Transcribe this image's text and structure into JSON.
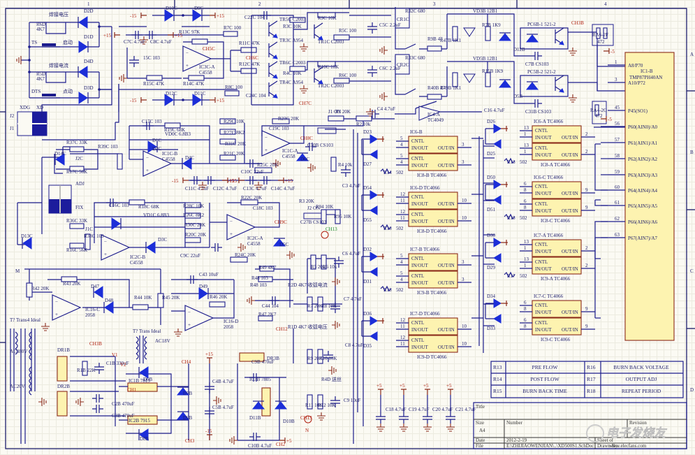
{
  "sheet": {
    "zones_top": [
      "1",
      "2",
      "3",
      "4"
    ],
    "zones_side": [
      "A",
      "B",
      "C",
      "D"
    ]
  },
  "mcu": {
    "ref": "IC1-B",
    "part": "TMP87PH40AN",
    "pins": [
      {
        "num": "1",
        "name": "A8/P70"
      },
      {
        "num": "3",
        "name": "A10/P72"
      },
      {
        "num": "45",
        "name": "P45(SO1)"
      },
      {
        "num": "56",
        "name": "P60(AIN0)/A0"
      },
      {
        "num": "57",
        "name": "P61(AIN1)/A1"
      },
      {
        "num": "58",
        "name": "P62(AIN2)/A2"
      },
      {
        "num": "59",
        "name": "P63(AIN3)/A3"
      },
      {
        "num": "60",
        "name": "P64(AIN4)/A4"
      },
      {
        "num": "61",
        "name": "P65(AIN5)/A5"
      },
      {
        "num": "62",
        "name": "P66(AIN6)/A6"
      },
      {
        "num": "63",
        "name": "P67(AIN7)/A7"
      }
    ],
    "ra1": {
      "ref": "RA6-2F",
      "val": "472"
    },
    "ra2": {
      "ref": "RA4-2G",
      "val": "472"
    }
  },
  "switches": [
    {
      "ic": "IC6-B",
      "ic2": "IC8-B TC4066",
      "pins_in": [
        "5",
        "4"
      ],
      "pin_out": "3",
      "d1": "D23",
      "d2": "D27",
      "pot": "R14",
      "potv": "502"
    },
    {
      "ic": "IC6-D TC4066",
      "ic2": "IC8-D TC4066",
      "pins_in": [
        "12",
        "11"
      ],
      "pin_out": "10",
      "d1": "D54",
      "d2": "D55",
      "pot": "R16",
      "potv": "502"
    },
    {
      "ic": "IC7-B TC4066",
      "ic2": "IC9-B TC4066",
      "pins_in": [
        "5",
        "4"
      ],
      "pin_out": "3",
      "d1": "D32",
      "d2": "D31",
      "pot": "R18",
      "potv": "502"
    },
    {
      "ic": "IC7-D TC4066",
      "ic2": "IC9-D TC4066",
      "pins_in": [
        "12",
        "11"
      ],
      "pin_out": "10",
      "d1": "D36",
      "d2": "D35",
      "pot": "",
      "potv": ""
    },
    {
      "ic": "IC6-A TC4066",
      "ic2": "IC8-A TC4066",
      "pins_in": [
        "13",
        "1"
      ],
      "pin_out": "2",
      "d1": "D26",
      "d2": "D25",
      "pot": "R13",
      "potv": "502"
    },
    {
      "ic": "IC6-C TC4066",
      "ic2": "IC8-C TC4066",
      "pins_in": [
        "6",
        "8"
      ],
      "pin_out": "9",
      "d1": "D50",
      "d2": "D51",
      "pot": "R15",
      "potv": "502"
    },
    {
      "ic": "IC7-A TC4066",
      "ic2": "IC9-A TC4066",
      "pins_in": [
        "13",
        "1"
      ],
      "pin_out": "2",
      "d1": "D30",
      "d2": "D29",
      "pot": "R17",
      "potv": "502"
    },
    {
      "ic": "IC7-C TC4066",
      "ic2": "IC9-C TC4066",
      "pins_in": [
        "6",
        "8"
      ],
      "pin_out": "9",
      "d1": "D34",
      "d2": "D33",
      "pot": "",
      "potv": ""
    }
  ],
  "switch_labels": {
    "cntl": "CNTL",
    "inout": "IN/OUT",
    "outin": "OUT/IN"
  },
  "legend": {
    "rows": [
      [
        "R13",
        "PRE FLOW",
        "R16",
        "BURN BACK VOLTAGE"
      ],
      [
        "R14",
        "POST FLOW",
        "R17",
        "OUTPUT ADJ"
      ],
      [
        "R15",
        "BURN BACK TIME",
        "R18",
        "REPEAT PERIOD"
      ]
    ]
  },
  "titleblock": {
    "title_label": "Title",
    "size_label": "Size",
    "size_val": "A4",
    "number_label": "Number",
    "revision_label": "Revision",
    "date_label": "Date",
    "date_val": "2012-2-19",
    "sheet_label": "Sheet of",
    "file_label": "File",
    "file_val": "E:\\ZHIJIAOWENJIAN\\..\\XD500S1.SchDoc",
    "drawn_label": "Drawn By:"
  },
  "watermark": {
    "text": "电子发烧友",
    "url": "www.elecfans.com"
  },
  "labels": {
    "left_top": [
      "焊接电压",
      "R6D",
      "4K7",
      "TS",
      "启动",
      "D2D",
      "D1D",
      "焊接电流",
      "R5D",
      "4K7",
      "DTS",
      "点动",
      "D4D",
      "D3D"
    ],
    "xdg": "XDG",
    "xd": "XD",
    "j2": "J2",
    "j1": "J1",
    "j1c": "J1C",
    "j2c": "J2C",
    "adj": "ADJ",
    "fix": "FIX",
    "opamps": {
      "ic3ca": [
        "IC3C-A",
        "C4558"
      ],
      "ic1cb": [
        "IC1C-B",
        "C4558"
      ],
      "ic1ca": [
        "IC1C-A",
        "C4558"
      ],
      "ic2ca": [
        "IC2C-A",
        "C4558"
      ],
      "ic2cb": [
        "IC2C-B",
        "C4558"
      ],
      "ic16c": [
        "IC16-C",
        "2058"
      ],
      "ic16d": [
        "IC16-D",
        "2058"
      ],
      "ic4a": [
        "IC4-A",
        "TC4049"
      ]
    },
    "caps": [
      "C7C 4.7uF",
      "C8C 4.7uF",
      "15C 103",
      "C22C 104",
      "C24C 104",
      "C5C 2.2uF",
      "C6C 2.2uF",
      "C17C 103",
      "C11C 4.7uF",
      "C12C 4.7uF",
      "C13C 4.7uF",
      "C14C 4.7uF",
      "C10C 22uF",
      "C19C 103",
      "C30B CS103",
      "C16C 103",
      "C18C 103",
      "C9C 22uF",
      "C27B CS103",
      "C4 4.7uF",
      "C3 4.7uF",
      "C16 4.7uF",
      "C7B CS103",
      "C31B CS103",
      "C43 10uF",
      "C44 104",
      "C6 4.7uF",
      "C7 4.7uF",
      "C8 4.7uF",
      "C9 10uF",
      "C1B 330uF",
      "C2B 470uF",
      "C3B 470uF",
      "C4B 4.7uF",
      "C5B 4.7uF",
      "C9B 470uF",
      "C10B 4.7uF",
      "C18 4.7uF",
      "C19 4.7uF",
      "C20 4.7uF",
      "C21 4.7uF"
    ],
    "resistors": [
      "R15C 47K",
      "R14C 47K",
      "R13C 97K",
      "R7C 100",
      "R8C 100",
      "R11C 47K",
      "R12C 47K",
      "R3C 10K",
      "R4C 10K",
      "R9C 10K",
      "R10C 10K",
      "R5C 100",
      "R6C 100",
      "R32C 680",
      "R33C 680",
      "R9B 47",
      "R40B 47",
      "R47B 1K1",
      "R49B 1K1",
      "R7B 1K9",
      "R15B 1K9",
      "R37C 33K",
      "R17C 56K",
      "R39C 103",
      "R19C 68K",
      "R29C 10K",
      "R27C 8K2",
      "R31C 20K",
      "R21C 20K",
      "R23C 20K",
      "R25C 20K",
      "R36C 33K",
      "R16C 56K",
      "R38C 103",
      "R18C 68K",
      "R28C 10K",
      "R26C 8K2",
      "R30C 20K",
      "R20C 20K",
      "R22C 20K",
      "R24C 20K",
      "R1 20K",
      "R2 10k",
      "R3 20K",
      "R4 10k",
      "R94 10K",
      "R95 10K",
      "R42 20K",
      "R43 20K",
      "R44 10K",
      "R45 20K",
      "R46 20K",
      "R47 2K7",
      "R48 103",
      "R49 4K7",
      "R5 20k",
      "R6 10k",
      "R7 20K",
      "R8 10K",
      "R9 20K",
      "R10 10K",
      "R11 10K",
      "R12 10K",
      "R1B 22K"
    ],
    "diodes": [
      "D10C",
      "D9C",
      "D12C",
      "D11C",
      "D1C",
      "D2C",
      "D3C",
      "D4C",
      "D5C",
      "D6C",
      "D13C",
      "D14C",
      "VD0C 6.8B3",
      "VD1C 6.8B3",
      "D47",
      "D48",
      "D49",
      "D12B",
      "D5B",
      "VD3B 12B1",
      "VD5B 12B1",
      "D6B",
      "D7B",
      "D8B",
      "D9B",
      "D10B",
      "D11B"
    ],
    "transistors": [
      "TR5C C2003",
      "TR3C A954",
      "TR6C C2003",
      "TR4C A954",
      "TR1C C2003",
      "TR2C C2003"
    ],
    "relays": [
      "CR1C",
      "CR2C"
    ],
    "opto": [
      "PC6B-1 521-2",
      "PC5B-2 521-2"
    ],
    "power": [
      "DR1B",
      "DR2B",
      "DR3B",
      "IC1B 7815",
      "IC2B 7915",
      "IC3B 7805",
      "T? Trans4 Ideal",
      "T? Trans Ideal",
      "AC380V",
      "AC18V",
      "AC20V",
      "V1",
      "V2"
    ],
    "test_points": [
      "CH3B",
      "CH5C",
      "CH6C",
      "CH7C",
      "CH8C",
      "CH9C",
      "CH3B",
      "CH4",
      "CH1",
      "CH3",
      "CH2",
      "CH12",
      "CH13",
      "CH13"
    ],
    "pots": [
      "R2D 4K7 收弧电流",
      "R1D 4K7 收弧电压",
      "R4D 送丝",
      "R48 103"
    ],
    "rail_pos15": "+15",
    "rail_neg15": "-15",
    "rail_pos5": "+5",
    "rail_neg5": "-5",
    "jumpers": [
      "J1 ON",
      "J2 ON"
    ],
    "node_m": "M",
    "node_n": "N"
  }
}
